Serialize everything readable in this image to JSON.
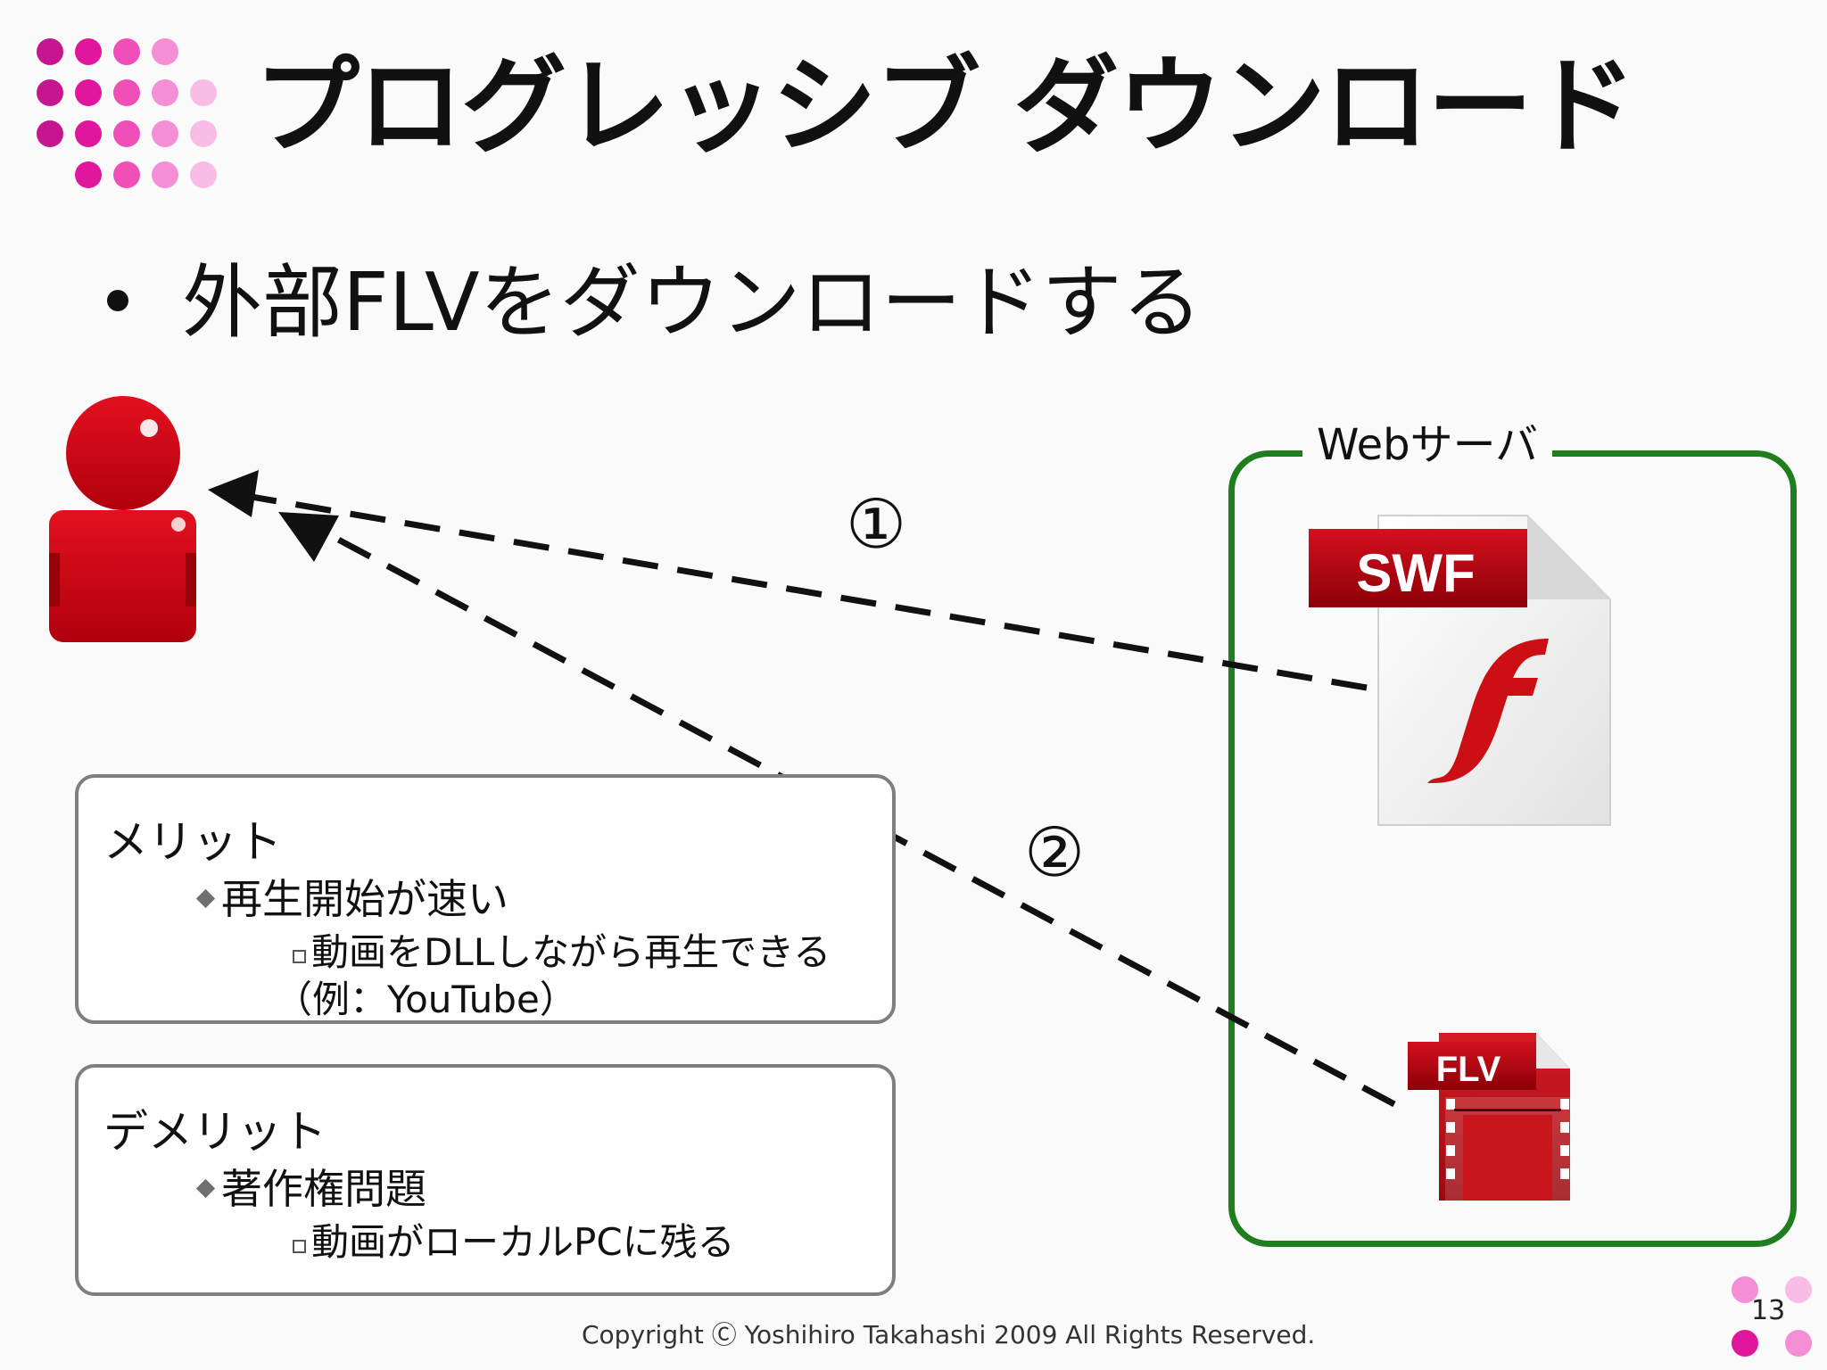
{
  "slide": {
    "title": "プログレッシブ ダウンロード",
    "bullet": "外部FLVをダウンロードする",
    "merit_box": {
      "heading": "メリット",
      "point": "再生開始が速い",
      "detail": "動画をDLLしながら再生できる",
      "example": "（例：YouTube）"
    },
    "demerit_box": {
      "heading": "デメリット",
      "point": "著作権問題",
      "detail": "動画がローカルPCに残る"
    },
    "server": {
      "label": "Webサーバ",
      "swf_label": "SWF",
      "flv_label": "FLV"
    },
    "steps": {
      "step1": "①",
      "step2": "②"
    },
    "footer": {
      "copyright": "Copyright Ⓒ Yoshihiro Takahashi 2009 All Rights Reserved.",
      "page": "13"
    },
    "colors": {
      "accent_magenta": "#e0179d",
      "accent_pink": "#f48fd6",
      "user_red": "#c8000f",
      "server_green": "#1f7f1f",
      "swf_red": "#b00010"
    },
    "icons": [
      "user-icon",
      "swf-file-icon",
      "flv-file-icon",
      "decorative-dots-icon"
    ]
  }
}
